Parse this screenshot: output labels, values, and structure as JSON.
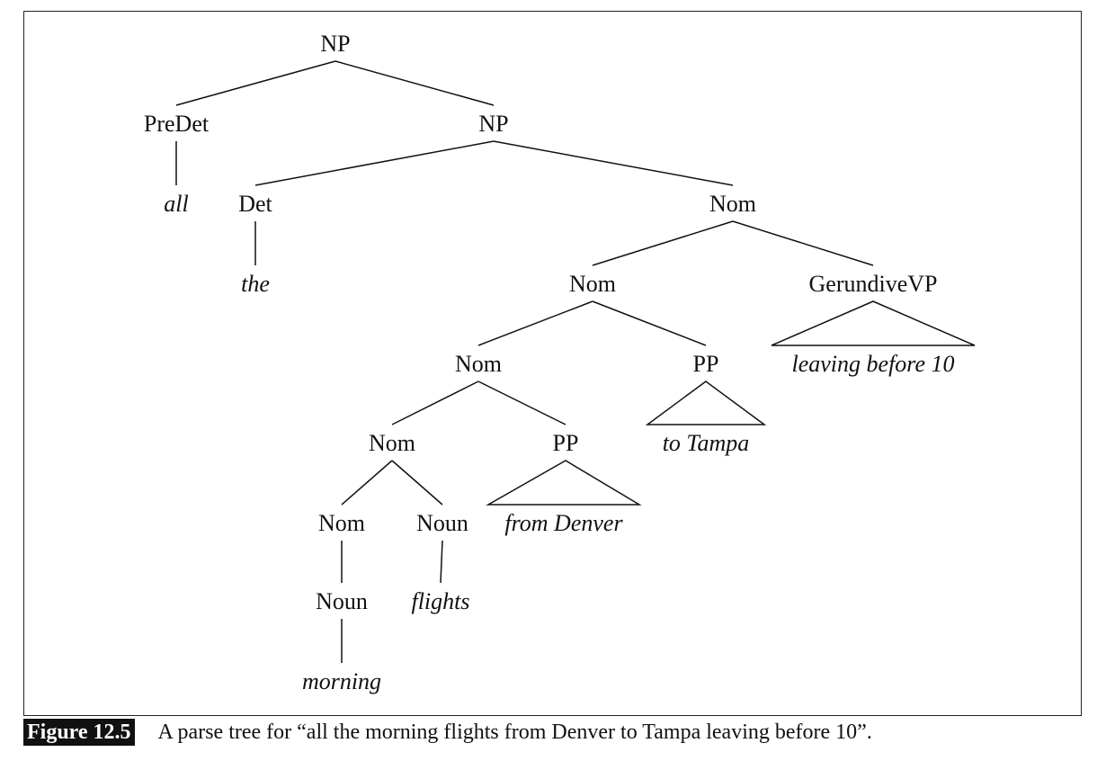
{
  "diagram": {
    "nodes": [
      {
        "id": "np_root",
        "label": "NP"
      },
      {
        "id": "predet",
        "label": "PreDet"
      },
      {
        "id": "np2",
        "label": "NP"
      },
      {
        "id": "w_all",
        "label": "all",
        "word": true
      },
      {
        "id": "det",
        "label": "Det"
      },
      {
        "id": "nom1",
        "label": "Nom"
      },
      {
        "id": "w_the",
        "label": "the",
        "word": true
      },
      {
        "id": "nom2",
        "label": "Nom"
      },
      {
        "id": "gerund",
        "label": "GerundiveVP"
      },
      {
        "id": "nom3",
        "label": "Nom"
      },
      {
        "id": "pp_tampa",
        "label": "PP"
      },
      {
        "id": "w_leaving",
        "label": "leaving before 10",
        "word": true
      },
      {
        "id": "nom4",
        "label": "Nom"
      },
      {
        "id": "pp_denver",
        "label": "PP"
      },
      {
        "id": "w_tampa",
        "label": "to Tampa",
        "word": true
      },
      {
        "id": "nom5",
        "label": "Nom"
      },
      {
        "id": "noun_flights",
        "label": "Noun"
      },
      {
        "id": "w_denver",
        "label": "from Denver",
        "word": true
      },
      {
        "id": "noun_morning",
        "label": "Noun"
      },
      {
        "id": "w_flights",
        "label": "flights",
        "word": true
      },
      {
        "id": "w_morning",
        "label": "morning",
        "word": true
      }
    ],
    "edges": [
      {
        "from": "np_root",
        "to": "predet"
      },
      {
        "from": "np_root",
        "to": "np2"
      },
      {
        "from": "predet",
        "to": "w_all"
      },
      {
        "from": "np2",
        "to": "det"
      },
      {
        "from": "np2",
        "to": "nom1"
      },
      {
        "from": "det",
        "to": "w_the"
      },
      {
        "from": "nom1",
        "to": "nom2"
      },
      {
        "from": "nom1",
        "to": "gerund"
      },
      {
        "from": "nom2",
        "to": "nom3"
      },
      {
        "from": "nom2",
        "to": "pp_tampa"
      },
      {
        "from": "nom3",
        "to": "nom4"
      },
      {
        "from": "nom3",
        "to": "pp_denver"
      },
      {
        "from": "nom4",
        "to": "nom5"
      },
      {
        "from": "nom4",
        "to": "noun_flights"
      },
      {
        "from": "nom5",
        "to": "noun_morning"
      },
      {
        "from": "noun_flights",
        "to": "w_flights"
      },
      {
        "from": "noun_morning",
        "to": "w_morning"
      }
    ],
    "triangles": [
      {
        "from": "gerund",
        "to": "w_leaving"
      },
      {
        "from": "pp_tampa",
        "to": "w_tampa"
      },
      {
        "from": "pp_denver",
        "to": "w_denver"
      }
    ]
  },
  "caption": {
    "label": "Figure 12.5",
    "text": "A parse tree for “all the morning flights from Denver to Tampa leaving before 10”."
  }
}
